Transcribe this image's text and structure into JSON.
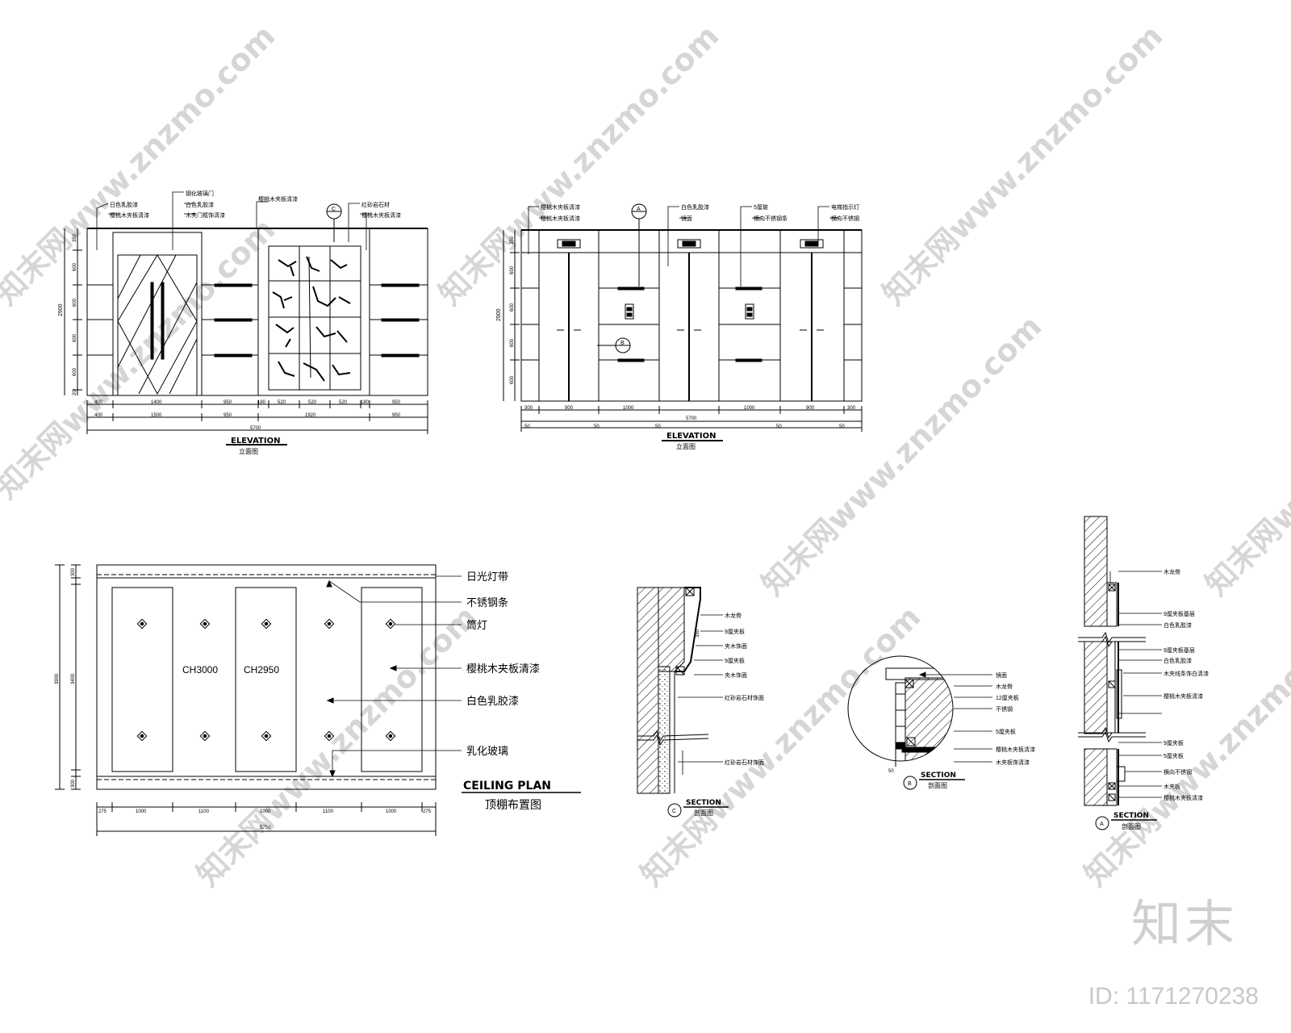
{
  "watermark": {
    "text": "知末网www.znzmo.com"
  },
  "brand": {
    "logo": "知末",
    "id_text": "ID: 1171270238"
  },
  "elevation_left": {
    "title": "ELEVATION",
    "subtitle": "立面图",
    "height_total": "2900",
    "height_dims": [
      "350",
      "600",
      "600",
      "600",
      "600",
      "20"
    ],
    "dims_row1": [
      "400",
      "1400",
      "950",
      "180",
      "520",
      "520",
      "520",
      "180",
      "950"
    ],
    "dims_row2": [
      "400",
      "1500",
      "950",
      "1920",
      "950"
    ],
    "total": "5700",
    "callouts": [
      "日色乳胶漆",
      "樱桃木夹板清漆",
      "钢化玻璃门",
      "白色乳胶漆",
      "木夹门框饰清漆",
      "樱桃木夹板清漆",
      "红砂岩石材",
      "樱桃木夹板清漆"
    ],
    "section_mark": "C"
  },
  "elevation_right": {
    "title": "ELEVATION",
    "subtitle": "立面图",
    "height_total": "2900",
    "height_dims": [
      "350",
      "600",
      "600",
      "600",
      "600"
    ],
    "dims_row1": [
      "300",
      "900",
      "1000",
      "1000",
      "900",
      "300"
    ],
    "dims_row2": [
      "50",
      "50",
      "50",
      "50",
      "50"
    ],
    "total": "5700",
    "callouts": [
      "樱桃木夹板清漆",
      "樱桃木夹板清漆",
      "白色乳胶漆",
      "镜面",
      "5厘玻",
      "横向不锈钢条",
      "电梯指示灯",
      "横向不锈钢"
    ],
    "section_marks": [
      "A",
      "B"
    ]
  },
  "ceiling": {
    "title": "CEILING PLAN",
    "subtitle": "顶棚布置图",
    "height_labels": [
      "CH3000",
      "CH2950"
    ],
    "callouts": [
      "日光灯带",
      "不锈钢条",
      "筒灯",
      "樱桃木夹板清漆",
      "白色乳胶漆",
      "乳化玻璃"
    ],
    "dims_bottom": [
      "275",
      "1000",
      "1100",
      "1000",
      "1100",
      "1000",
      "275"
    ],
    "total": "5750",
    "dims_left": [
      "300",
      "3400",
      "300"
    ],
    "total_left": "3900"
  },
  "section_c": {
    "title": "SECTION",
    "subtitle": "剖面图",
    "mark": "C",
    "callouts": [
      "木龙骨",
      "9厘夹板",
      "夹木饰面",
      "9厘夹板",
      "夹木饰面",
      "红砂岩石材饰面",
      "红砂岩石材饰面"
    ],
    "dim": "350"
  },
  "section_b": {
    "title": "SECTION",
    "subtitle": "剖面图",
    "mark": "B",
    "callouts": [
      "镜面",
      "木龙骨",
      "12厘夹板",
      "不锈钢",
      "5厘夹板",
      "樱桃木夹板清漆",
      "木夹板饰清漆"
    ],
    "dim": "50"
  },
  "section_a": {
    "title": "SECTION",
    "subtitle": "剖面图",
    "mark": "A",
    "callouts": [
      "木龙骨",
      "9厘夹板基层",
      "白色乳胶漆",
      "9厘夹板基层",
      "白色乳胶漆",
      "木夹线条饰白清漆",
      "樱桃木夹板清漆",
      "9厘夹板",
      "5厘夹板",
      "横向不锈钢",
      "木夹板",
      "樱桃木夹板清漆"
    ]
  }
}
